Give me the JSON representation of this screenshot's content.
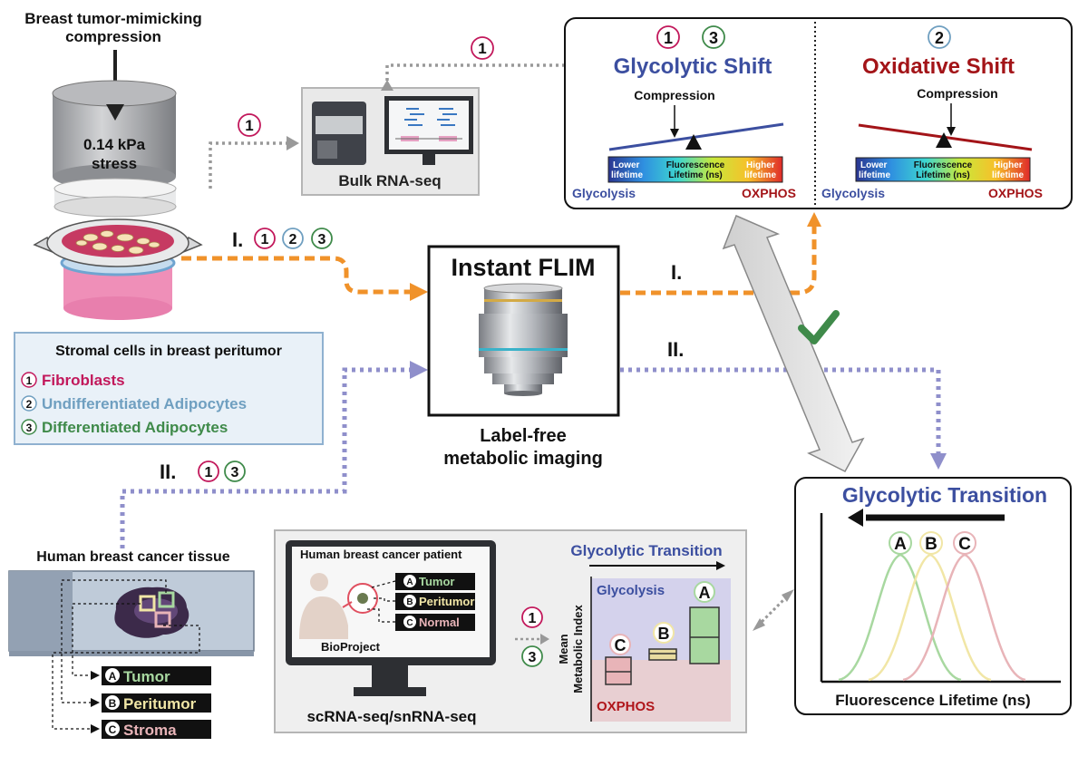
{
  "colors": {
    "fibroblast": "#c2185b",
    "undiff": "#6f9fc0",
    "diff": "#3f8a4a",
    "glyco_blue": "#3c4fa0",
    "oxphos_red": "#b0161b",
    "orange": "#f0922a",
    "purple": "#8f8fcb",
    "gray": "#999999",
    "tumor": "#a8d8a0",
    "peritumor": "#f1e6a6",
    "stroma": "#e8b4b8"
  },
  "left": {
    "compression_title_line1": "Breast tumor-mimicking",
    "compression_title_line2": "compression",
    "stress_line1": "0.14 kPa",
    "stress_line2": "stress"
  },
  "stromal": {
    "title": "Stromal cells in breast peritumor",
    "items": [
      {
        "num": "1",
        "label": "Fibroblasts"
      },
      {
        "num": "2",
        "label": "Undifferentiated Adipocytes"
      },
      {
        "num": "3",
        "label": "Differentiated Adipocytes"
      }
    ]
  },
  "bulk": {
    "label": "Bulk RNA-seq",
    "num1": "1",
    "num2": "1"
  },
  "flim": {
    "title": "Instant FLIM",
    "caption_line1": "Label-free",
    "caption_line2": "metabolic imaging"
  },
  "paths": {
    "i_label": "I.",
    "ii_label": "II.",
    "i_right_label": "I.",
    "ii_right_label": "II.",
    "i_nums": [
      "1",
      "2",
      "3"
    ],
    "ii_nums": [
      "1",
      "3"
    ]
  },
  "shift": {
    "nums_left": [
      "1",
      "3"
    ],
    "num_right": "2",
    "glyco_title": "Glycolytic Shift",
    "oxi_title": "Oxidative Shift",
    "compression": "Compression",
    "bar_lower": [
      "Lower",
      "lifetime"
    ],
    "bar_mid": [
      "Fluorescence",
      "Lifetime (ns)"
    ],
    "bar_higher": [
      "Higher",
      "lifetime"
    ],
    "glycolysis": "Glycolysis",
    "oxphos": "OXPHOS"
  },
  "tissue": {
    "title": "Human breast cancer tissue",
    "labels": [
      {
        "letter": "A",
        "text": "Tumor"
      },
      {
        "letter": "B",
        "text": "Peritumor"
      },
      {
        "letter": "C",
        "text": "Stroma"
      }
    ]
  },
  "seq": {
    "patient_title": "Human breast cancer patient",
    "labels": [
      {
        "letter": "A",
        "text": "Tumor"
      },
      {
        "letter": "B",
        "text": "Peritumor"
      },
      {
        "letter": "C",
        "text": "Normal"
      }
    ],
    "bioproject": "BioProject",
    "caption": "scRNA-seq/snRNA-seq",
    "arrow_nums": [
      "1",
      "3"
    ],
    "chart_title": "Glycolytic Transition",
    "glycolysis": "Glycolysis",
    "oxphos": "OXPHOS",
    "ylabel_line1": "Mean",
    "ylabel_line2": "Metabolic Index",
    "box_letters": [
      "C",
      "B",
      "A"
    ]
  },
  "transition": {
    "title": "Glycolytic Transition",
    "xlabel": "Fluorescence Lifetime (ns)",
    "peaks": [
      "A",
      "B",
      "C"
    ]
  }
}
